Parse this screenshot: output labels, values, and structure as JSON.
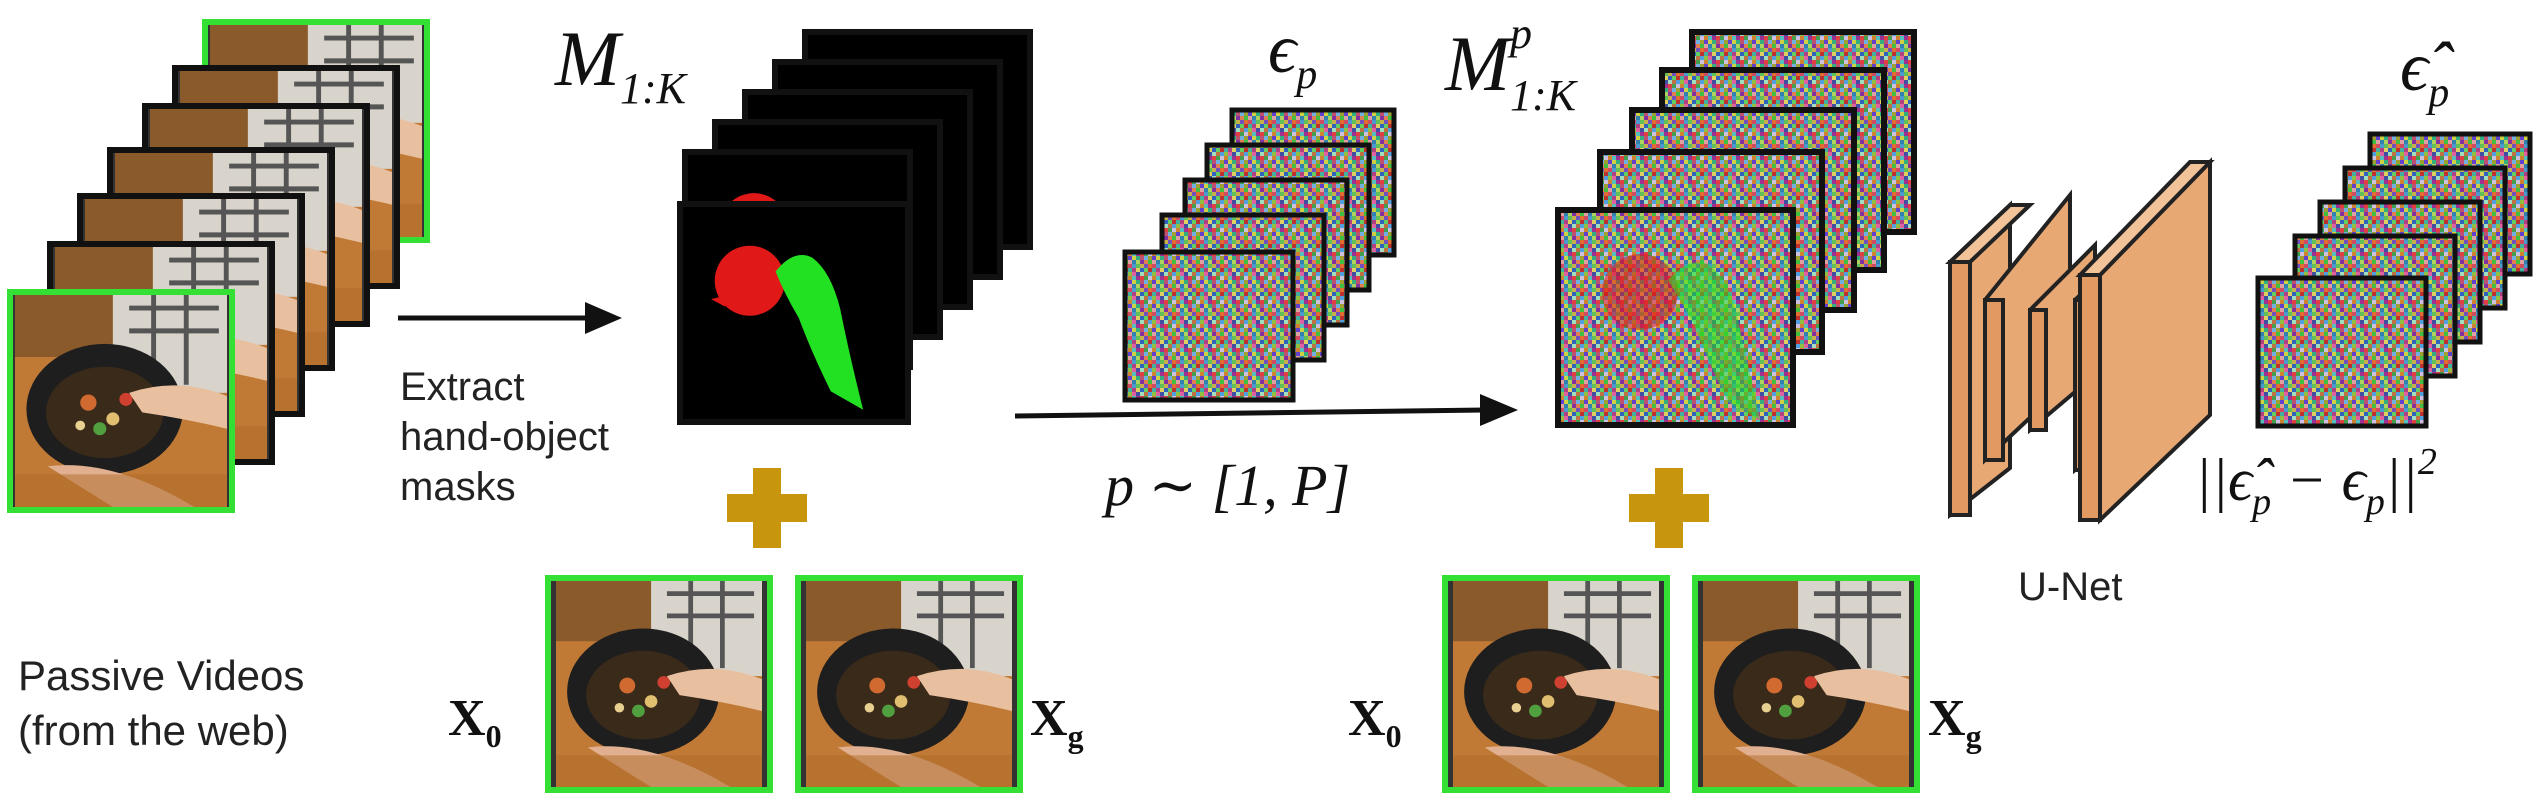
{
  "labels": {
    "passive_videos_line1": "Passive Videos",
    "passive_videos_line2": "(from the web)",
    "extract_line1": "Extract",
    "extract_line2": "hand-object",
    "extract_line3": "masks",
    "mask_symbol": "M",
    "mask_subscript": "1:K",
    "noisy_mask_symbol": "M",
    "noisy_mask_superscript": "p",
    "noisy_mask_subscript": "1:K",
    "noise_symbol": "ϵ",
    "noise_subscript": "p",
    "pred_noise_symbol": "ϵ̂",
    "pred_noise_subscript": "p",
    "timestep_text": "p ∼ [1, P]",
    "loss_text": "||ϵ̂",
    "loss_sub1": "p",
    "loss_minus": " − ϵ",
    "loss_sub2": "p",
    "loss_close": "||",
    "loss_sup": "2",
    "x0_symbol": "X",
    "x0_subscript": "0",
    "xg_symbol": "X",
    "xg_subscript": "g",
    "unet_label": "U-Net"
  },
  "colors": {
    "frame_border_green": "#33e033",
    "frame_border_black": "#111111",
    "mask_hand_green": "#22e022",
    "mask_object_red": "#e01818",
    "plus_gold": "#c8960c",
    "unet_fill": "#e8a874",
    "unet_stroke": "#222222",
    "arrow": "#111111"
  },
  "icons": {
    "plus": "plus-icon",
    "arrow": "right-arrow-icon"
  }
}
